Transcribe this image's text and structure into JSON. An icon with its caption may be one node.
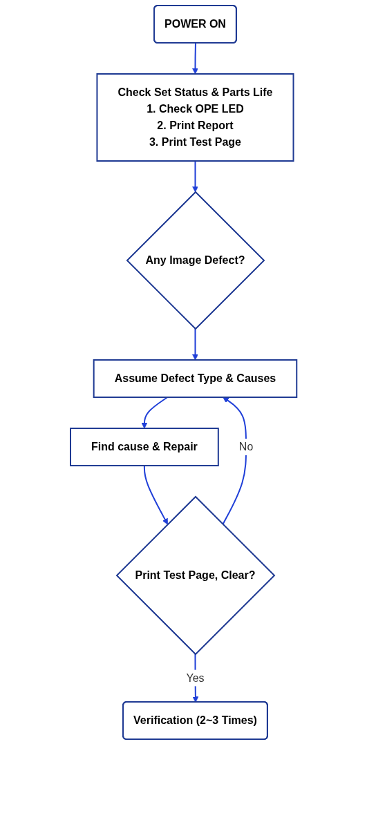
{
  "diagram": {
    "nodes": [
      {
        "text": [
          "POWER ON"
        ]
      },
      {
        "text": [
          "Check Set Status & Parts Life",
          "1. Check OPE LED",
          "2. Print Report",
          "3. Print Test Page"
        ]
      },
      {
        "text": [
          "Any Image Defect?"
        ]
      },
      {
        "text": [
          "Assume Defect Type & Causes"
        ]
      },
      {
        "text": [
          "Find cause & Repair"
        ]
      },
      {
        "text": [
          "Print Test Page, Clear?"
        ]
      },
      {
        "text": [
          "Verification (2~3 Times)"
        ]
      }
    ],
    "edges": [
      {
        "from": 0,
        "to": 1,
        "arrow": "to"
      },
      {
        "from": 1,
        "to": 2,
        "arrow": "to"
      },
      {
        "from": 2,
        "to": 3,
        "arrow": "to"
      },
      {
        "from": 3,
        "to": 4,
        "arrow": "to"
      },
      {
        "from": 4,
        "to": 5,
        "arrow": "to"
      },
      {
        "from": 5,
        "to": 3,
        "label": "No",
        "arrow": "to"
      },
      {
        "from": 5,
        "to": 6,
        "label": "Yes",
        "arrow": "to"
      }
    ]
  }
}
